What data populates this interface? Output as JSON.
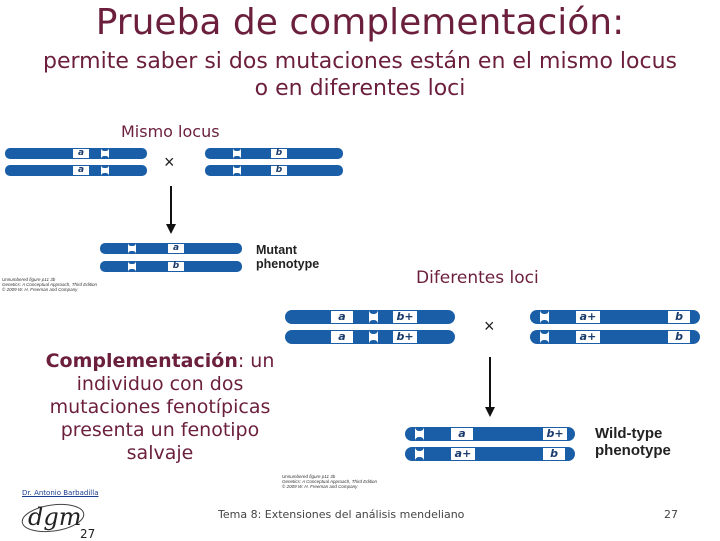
{
  "title": "Prueba de complementación:",
  "subtitle": "permite saber si dos mutaciones están en el mismo locus o en diferentes loci",
  "mismo_locus": {
    "label": "Mismo locus",
    "parent1_allele": "a",
    "parent2_allele": "b",
    "cross_symbol": "×",
    "offspring_alleles": [
      "a",
      "b"
    ],
    "phenotype": [
      "Mutant",
      "phenotype"
    ],
    "credit": [
      "Unnumbered figure p11 3b",
      "Genetics: A Conceptual Approach, Third Edition",
      "© 2009 W. H. Freeman and Company"
    ]
  },
  "diferentes_loci": {
    "label": "Diferentes loci",
    "parent1": {
      "allele1": "a",
      "allele2": "b+"
    },
    "parent2": {
      "allele1": "a+",
      "allele2": "b"
    },
    "cross_symbol": "×",
    "offspring": [
      {
        "allele1": "a",
        "allele2": "b+"
      },
      {
        "allele1": "a+",
        "allele2": "b"
      }
    ],
    "phenotype": [
      "Wild-type",
      "phenotype"
    ],
    "credit": [
      "Unnumbered figure p11 3b",
      "Genetics: A Conceptual Approach, Third Edition",
      "© 2009 W. H. Freeman and Company"
    ]
  },
  "complementacion": {
    "term": "Complementación",
    "definition": ": un individuo con dos mutaciones fenotípicas presenta un fenotipo salvaje"
  },
  "footer": {
    "author": "Dr. Antonio Barbadilla",
    "logo_text": "dgm",
    "left_page": "27",
    "center": "Tema 8: Extensiones del análisis mendeliano",
    "page": "27"
  },
  "colors": {
    "accent": "#6b1f3c",
    "chromosome": "#1a5ea8"
  }
}
